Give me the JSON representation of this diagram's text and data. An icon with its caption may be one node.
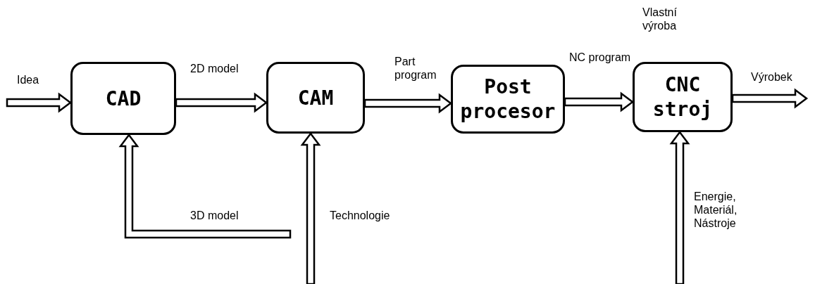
{
  "diagram": {
    "nodes": [
      {
        "text": [
          "CAD"
        ]
      },
      {
        "text": [
          "CAM"
        ]
      },
      {
        "text": [
          "Post procesor"
        ]
      },
      {
        "text": [
          "CNC stroj"
        ],
        "beside": [
          "Vlastní výroba"
        ]
      }
    ],
    "edges": [
      {
        "from": null,
        "to": 0,
        "arrow": "to",
        "label": "Idea"
      },
      {
        "from": 0,
        "to": 1,
        "arrow": "to",
        "label": "2D model"
      },
      {
        "from": 1,
        "to": 2,
        "arrow": "to",
        "label": "Part program"
      },
      {
        "from": 2,
        "to": 3,
        "arrow": "to",
        "label": "NC program"
      },
      {
        "from": 3,
        "to": null,
        "arrow": "to",
        "label": "Výrobek"
      },
      {
        "from": null,
        "to": 0,
        "arrow": "to",
        "label": "3D model"
      },
      {
        "from": null,
        "to": 1,
        "arrow": "to",
        "label": "Technologie"
      },
      {
        "from": null,
        "to": 3,
        "arrow": "to",
        "label": "Energie, Materiál, Nástroje"
      }
    ]
  }
}
